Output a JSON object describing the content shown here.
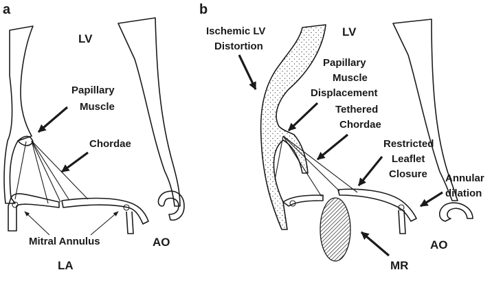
{
  "panels": {
    "a": {
      "letter": "a",
      "labels": {
        "lv": "LV",
        "papillary_muscle": [
          "Papillary",
          "Muscle"
        ],
        "chordae": "Chordae",
        "mitral_annulus": "Mitral Annulus",
        "ao": "AO",
        "la": "LA"
      }
    },
    "b": {
      "letter": "b",
      "labels": {
        "lv": "LV",
        "ischemic": [
          "Ischemic LV",
          "Distortion"
        ],
        "papillary_displacement": [
          "Papillary",
          "Muscle",
          "Displacement"
        ],
        "tethered_chordae": [
          "Tethered",
          "Chordae"
        ],
        "restricted_closure": [
          "Restricted",
          "Leaflet",
          "Closure"
        ],
        "annular_dilation": [
          "Annular",
          "dilation"
        ],
        "ao": "AO",
        "mr": "MR"
      }
    }
  },
  "colors": {
    "line": "#1a1a1a",
    "background": "#ffffff"
  }
}
